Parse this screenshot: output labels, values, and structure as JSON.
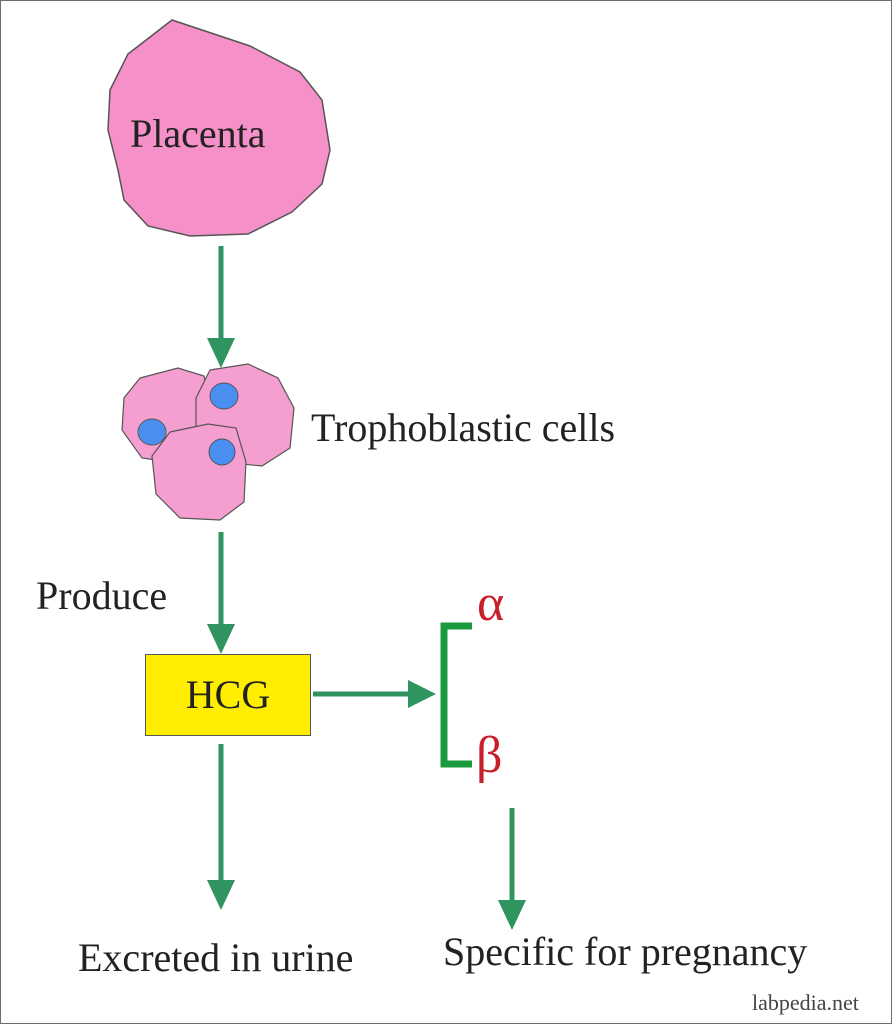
{
  "nodes": {
    "placenta": "Placenta",
    "trophoblastic_cells": "Trophoblastic cells",
    "hcg": "HCG",
    "alpha": "α",
    "beta": "β",
    "excreted": "Excreted in urine",
    "specific": "Specific for pregnancy"
  },
  "edge_labels": {
    "produce": "Produce"
  },
  "watermark": "labpedia.net",
  "colors": {
    "placenta_fill": "#f590c8",
    "cell_fill": "#f59ed0",
    "nucleus_fill": "#4a8ff0",
    "arrow": "#2f9460",
    "bracket": "#1a9a3c",
    "hcg_box": "#ffee00",
    "subunit_text": "#c8202a"
  }
}
